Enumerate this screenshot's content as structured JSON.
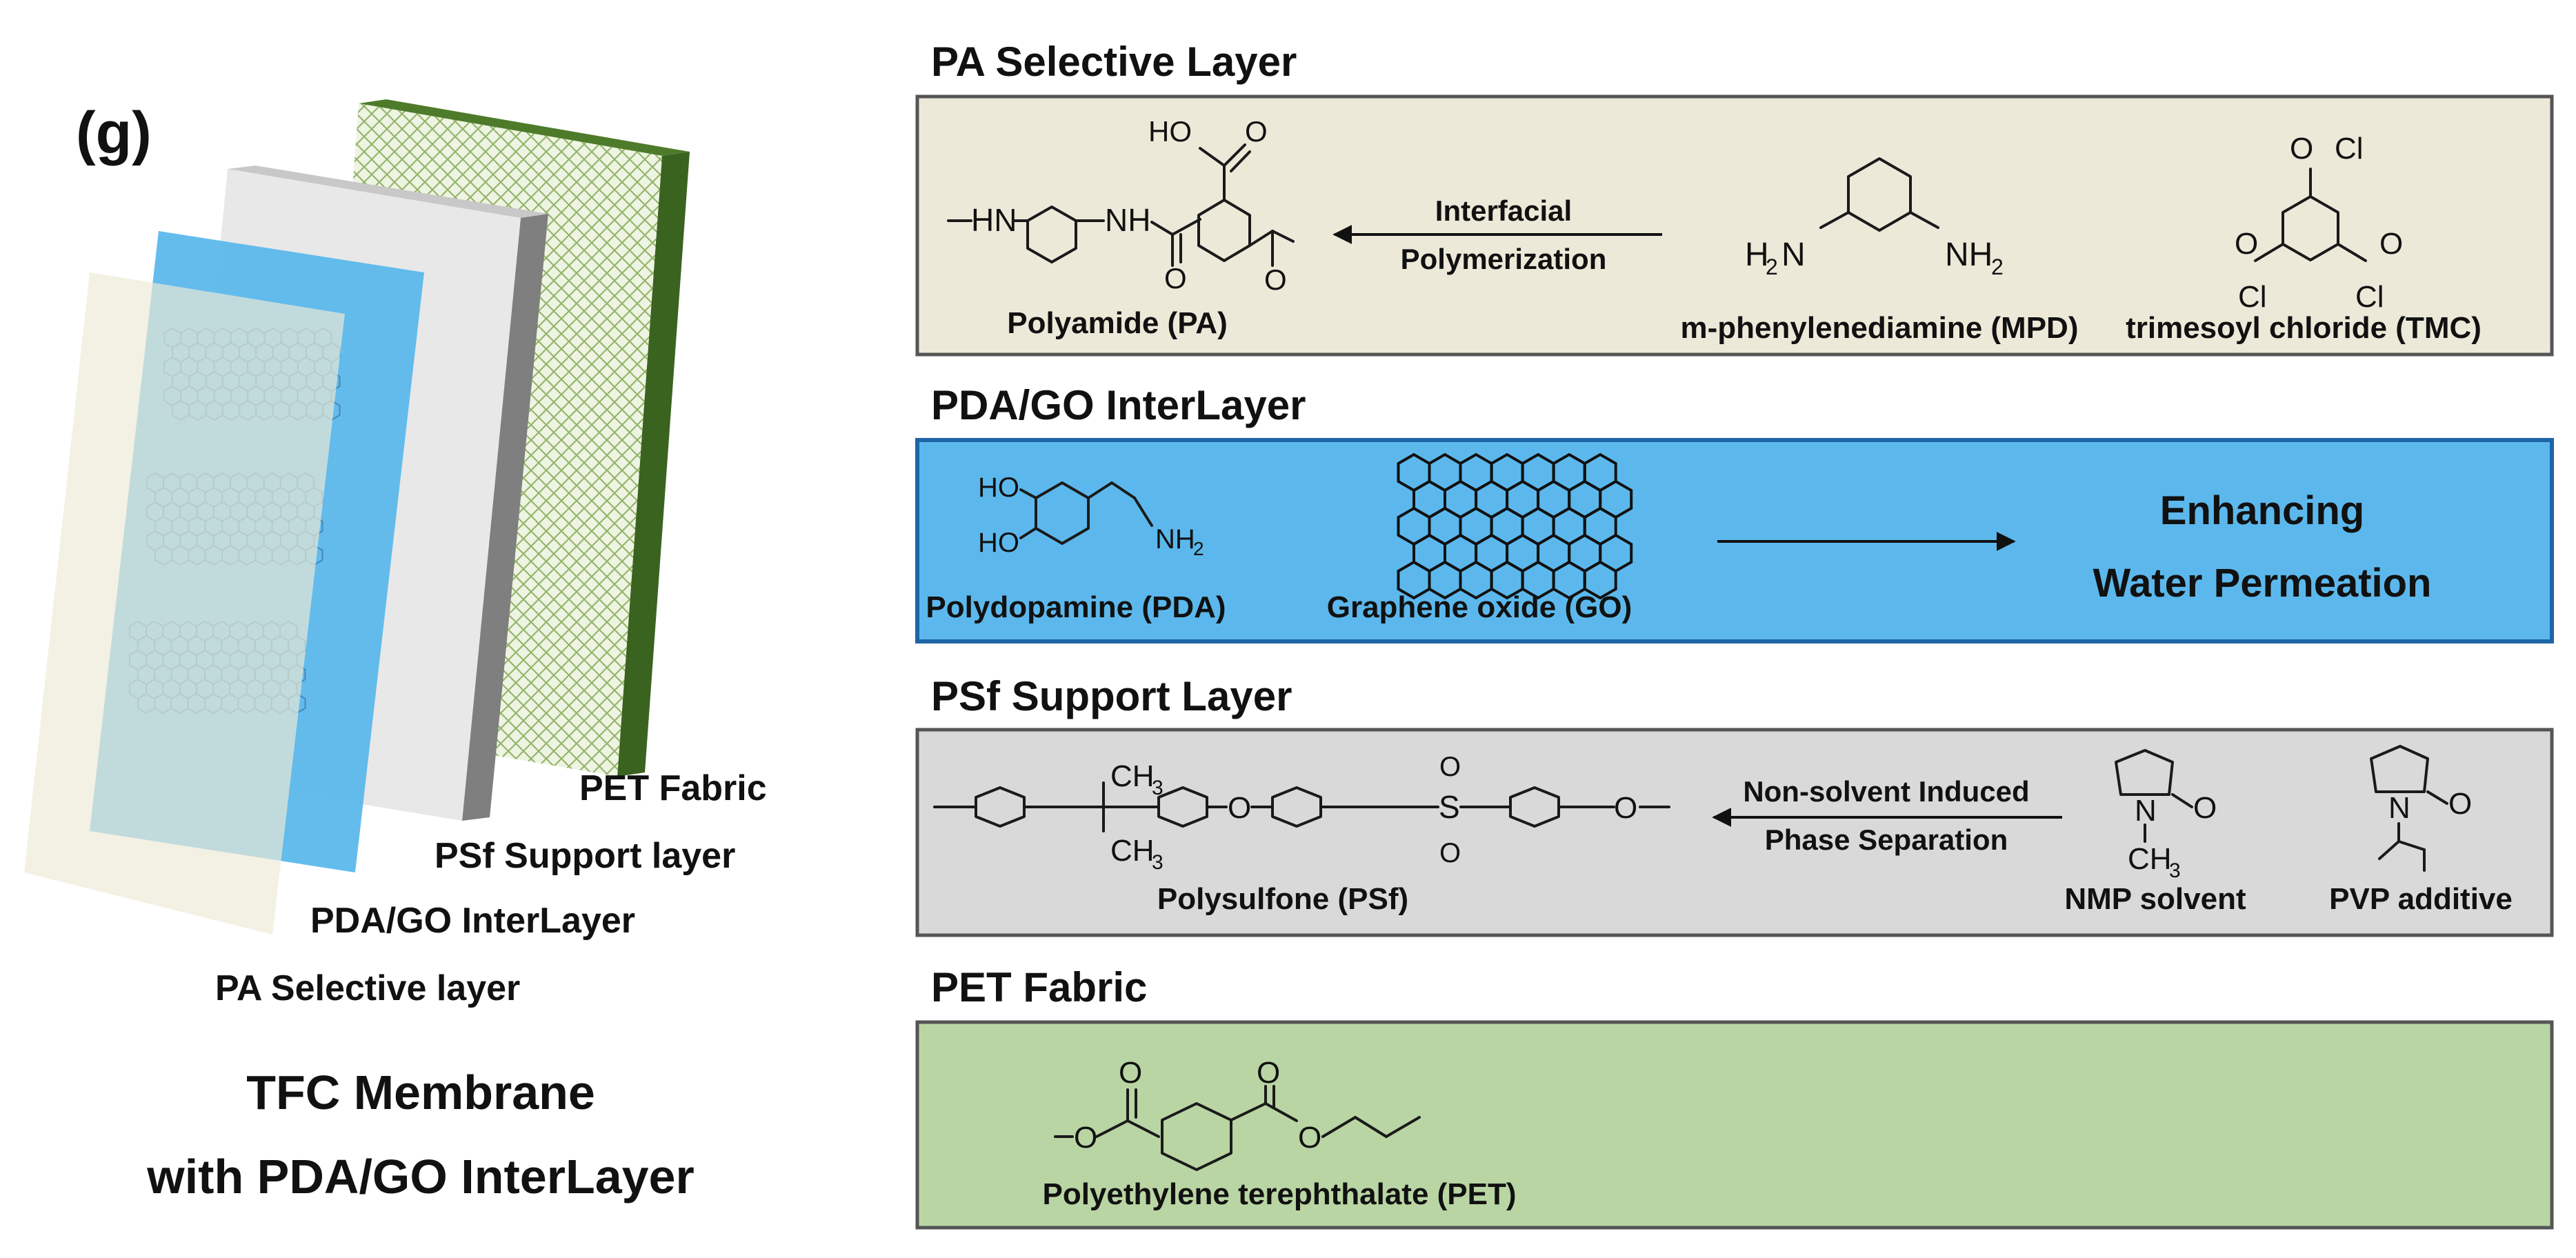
{
  "panel_label": "(g)",
  "stack": {
    "layer_labels": {
      "pet": "PET Fabric",
      "psf": "PSf Support layer",
      "pdago": "PDA/GO InterLayer",
      "pa": "PA Selective layer"
    },
    "caption_line1": "TFC Membrane",
    "caption_line2": "with PDA/GO InterLayer",
    "colors": {
      "pa": "#eeebd6",
      "pdago": "#5cb8ec",
      "psf": "#e8e8e8",
      "pet": "#4e7b2a",
      "pdago_text": "#1d72c6"
    }
  },
  "sections": {
    "pa": {
      "title": "PA Selective Layer",
      "fill": "#ede9d9",
      "product": "Polyamide (PA)",
      "process_line1": "Interfacial",
      "process_line2": "Polymerization",
      "reagent1": "m-phenylenediamine (MPD)",
      "reagent2": "trimesoyl chloride (TMC)",
      "atoms": {
        "ho": "HO",
        "o": "O",
        "hn": "HN",
        "nh": "NH",
        "h2n": "H",
        "nh2": "NH",
        "cl": "Cl",
        "sub2": "2"
      }
    },
    "pdago": {
      "title": "PDA/GO InterLayer",
      "fill": "#5cb8ec",
      "title_color": "#1d72c6",
      "component1": "Polydopamine (PDA)",
      "component2": "Graphene oxide (GO)",
      "effect_line1": "Enhancing",
      "effect_line2": "Water Permeation",
      "atoms": {
        "ho": "HO",
        "nh": "NH",
        "sub2": "2"
      }
    },
    "psf": {
      "title": "PSf Support Layer",
      "fill": "#d9d9d9",
      "product": "Polysulfone (PSf)",
      "process_line1": "Non-solvent Induced",
      "process_line2": "Phase Separation",
      "reagent1": "NMP solvent",
      "reagent2": "PVP additive",
      "atoms": {
        "ch": "CH",
        "sub3": "3",
        "o": "O",
        "s": "S",
        "n": "N"
      }
    },
    "pet": {
      "title": "PET Fabric",
      "fill": "#b9d5a3",
      "product": "Polyethylene terephthalate (PET)",
      "atoms": {
        "o": "O"
      }
    }
  }
}
